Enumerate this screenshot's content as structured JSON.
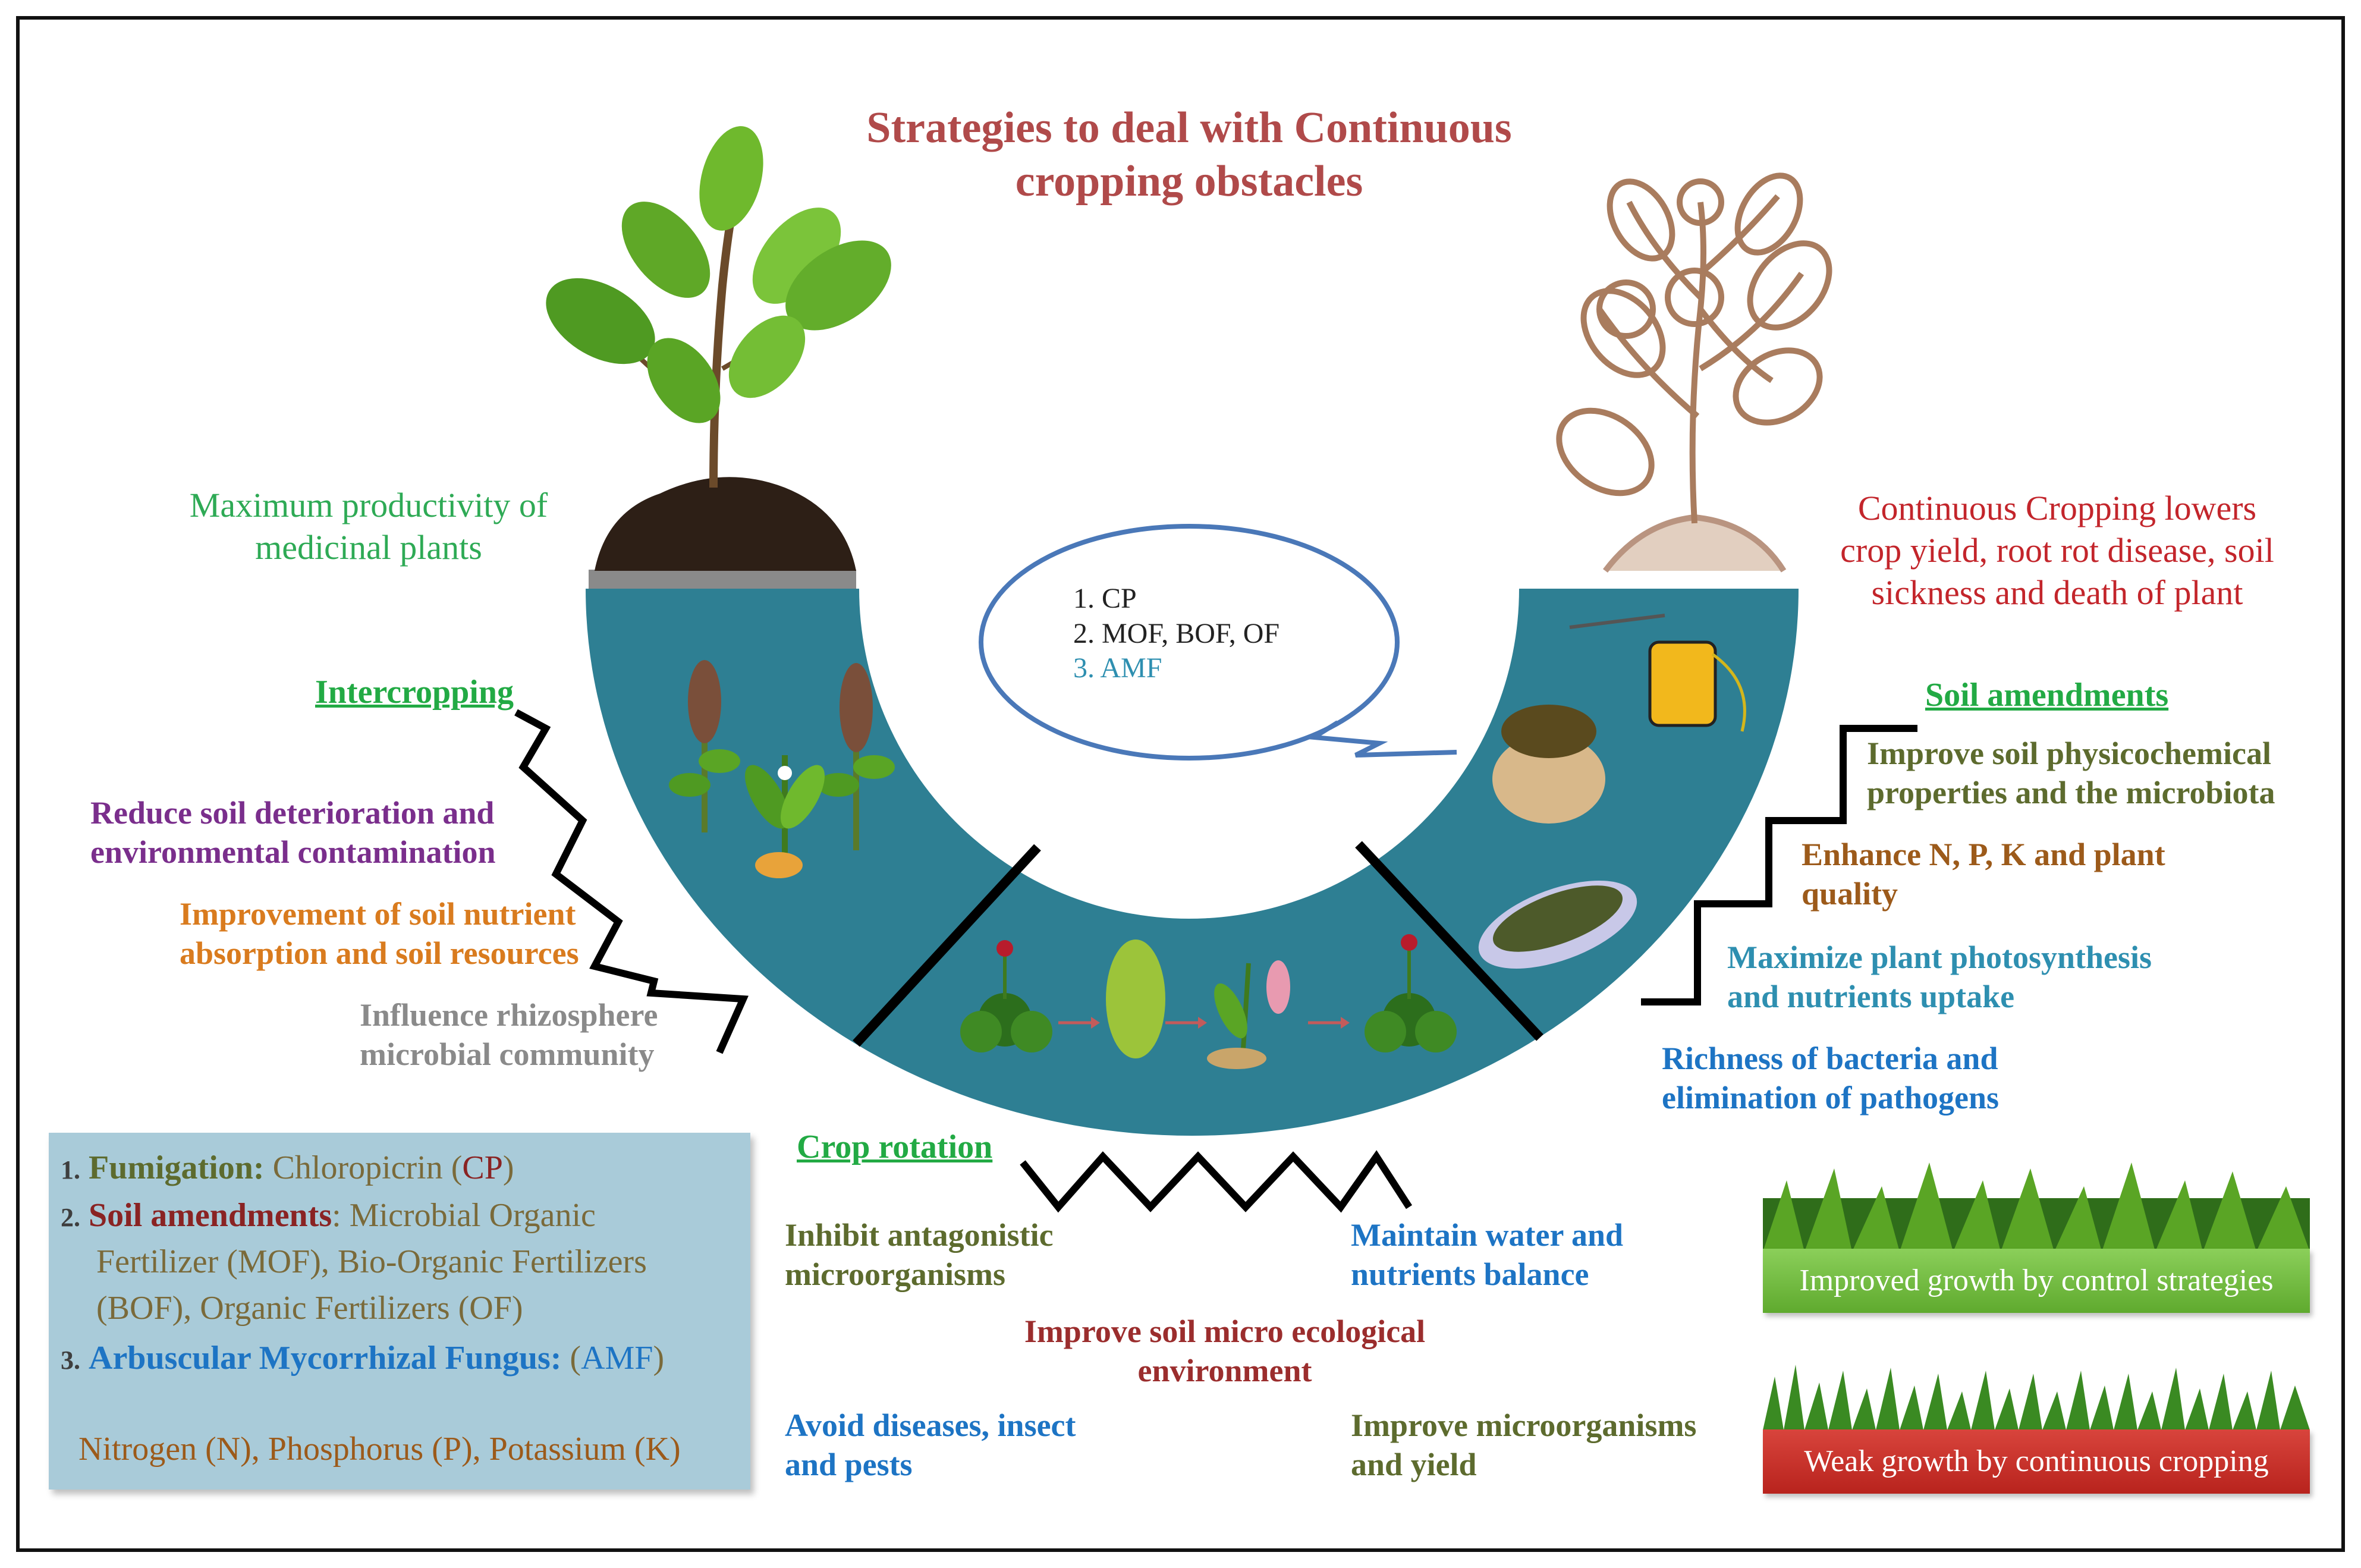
{
  "title": {
    "line1": "Strategies to deal with Continuous",
    "line2": "cropping obstacles"
  },
  "left_caption": {
    "line1": "Maximum productivity of",
    "line2": "medicinal plants"
  },
  "right_caption": {
    "line1": "Continuous Cropping lowers",
    "line2": "crop yield, root rot disease, soil",
    "line3": "sickness and death of plant"
  },
  "ellipse_list": {
    "item1": "1. CP",
    "item2": "2. MOF, BOF, OF",
    "item3": "3. AMF"
  },
  "intercropping": {
    "heading": "Intercropping",
    "benefit1": {
      "line1": "Reduce soil deterioration and",
      "line2": "environmental contamination"
    },
    "benefit2": {
      "line1": "Improvement of soil nutrient",
      "line2": "absorption and soil resources"
    },
    "benefit3": {
      "line1": "Influence rhizosphere",
      "line2": "microbial community"
    }
  },
  "soil_amendments": {
    "heading": "Soil amendments",
    "benefit1": {
      "line1": "Improve soil physicochemical",
      "line2": "properties and the microbiota"
    },
    "benefit2": {
      "line1": "Enhance N, P, K and plant",
      "line2": "quality"
    },
    "benefit3": {
      "line1": "Maximize plant photosynthesis",
      "line2": "and nutrients uptake"
    },
    "benefit4": {
      "line1": "Richness of bacteria and",
      "line2": "elimination of pathogens"
    }
  },
  "crop_rotation": {
    "heading": "Crop rotation",
    "benefit1": {
      "line1": "Inhibit antagonistic",
      "line2": "microorganisms"
    },
    "benefit2": {
      "line1": "Maintain water and",
      "line2": "nutrients balance"
    },
    "benefit3": {
      "line1": "Improve soil micro ecological",
      "line2": "environment"
    },
    "benefit4": {
      "line1": "Avoid diseases, insect",
      "line2": "and pests"
    },
    "benefit5": {
      "line1": "Improve microorganisms",
      "line2": "and yield"
    }
  },
  "legend": {
    "row1": {
      "num": "1.",
      "key": "Fumigation:",
      "value": "Chloropicrin",
      "abbr": "CP"
    },
    "row2": {
      "num": "2.",
      "key": "Soil amendments",
      "value": ": Microbial Organic"
    },
    "row2b": "Fertilizer (MOF), Bio-Organic Fertilizers",
    "row2c": "(BOF), Organic Fertilizers (OF)",
    "row3": {
      "num": "3.",
      "key": "Arbuscular Mycorrhizal Fungus:",
      "abbr": "AMF"
    },
    "npk": "Nitrogen (N), Phosphorus (P), Potassium (K)"
  },
  "growth_bars": {
    "improved": "Improved growth by control strategies",
    "weak": "Weak growth by continuous cropping"
  },
  "colors": {
    "arc_fill": "#2e7f93",
    "title": "#b04a4a",
    "heading_green": "#22aa44",
    "legend_bg": "#a9cbd9"
  }
}
